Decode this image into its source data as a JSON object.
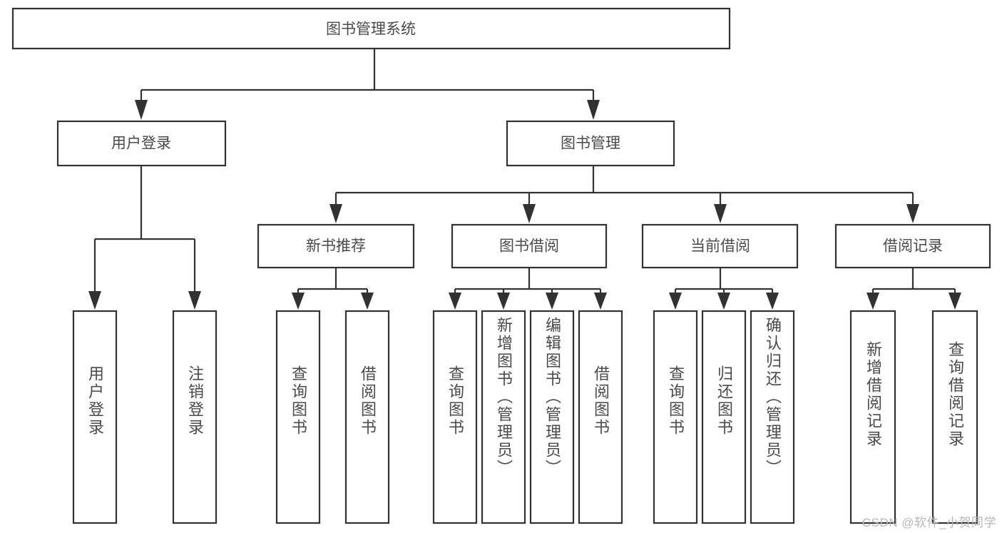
{
  "diagram": {
    "title": "图书管理系统",
    "type": "tree-hierarchy-diagram",
    "colors": {
      "line": "#323232",
      "text": "#4a4a4a",
      "background": "#ffffff",
      "watermark": "#b7b7b7"
    },
    "root": {
      "id": "root",
      "label": "图书管理系统"
    },
    "level2": [
      {
        "id": "user-login",
        "label": "用户登录"
      },
      {
        "id": "book-management",
        "label": "图书管理"
      }
    ],
    "level3": [
      {
        "id": "new-book-recommend",
        "label": "新书推荐",
        "parent": "book-management"
      },
      {
        "id": "book-borrow",
        "label": "图书借阅",
        "parent": "book-management"
      },
      {
        "id": "current-borrow",
        "label": "当前借阅",
        "parent": "book-management"
      },
      {
        "id": "borrow-record",
        "label": "借阅记录",
        "parent": "book-management"
      }
    ],
    "leaves": [
      {
        "id": "leaf-user-login",
        "label": "用户登录",
        "parent": "user-login"
      },
      {
        "id": "leaf-user-logout",
        "label": "注销登录",
        "parent": "user-login"
      },
      {
        "id": "leaf-query-book-recommend",
        "label": "查询图书",
        "parent": "new-book-recommend"
      },
      {
        "id": "leaf-borrow-book-recommend",
        "label": "借阅图书",
        "parent": "new-book-recommend"
      },
      {
        "id": "leaf-query-book-borrow",
        "label": "查询图书",
        "parent": "book-borrow"
      },
      {
        "id": "leaf-add-book-admin",
        "label": "新增图书（管理员）",
        "parent": "book-borrow"
      },
      {
        "id": "leaf-edit-book-admin",
        "label": "编辑图书（管理员）",
        "parent": "book-borrow"
      },
      {
        "id": "leaf-borrow-book",
        "label": "借阅图书",
        "parent": "book-borrow"
      },
      {
        "id": "leaf-query-book-current",
        "label": "查询图书",
        "parent": "current-borrow"
      },
      {
        "id": "leaf-return-book",
        "label": "归还图书",
        "parent": "current-borrow"
      },
      {
        "id": "leaf-confirm-return-admin",
        "label": "确认归还（管理员）",
        "parent": "current-borrow"
      },
      {
        "id": "leaf-add-borrow-record",
        "label": "新增借阅记录",
        "parent": "borrow-record"
      },
      {
        "id": "leaf-query-borrow-record",
        "label": "查询借阅记录",
        "parent": "borrow-record"
      }
    ],
    "watermark": "CSDN @软件_小贺同学"
  }
}
